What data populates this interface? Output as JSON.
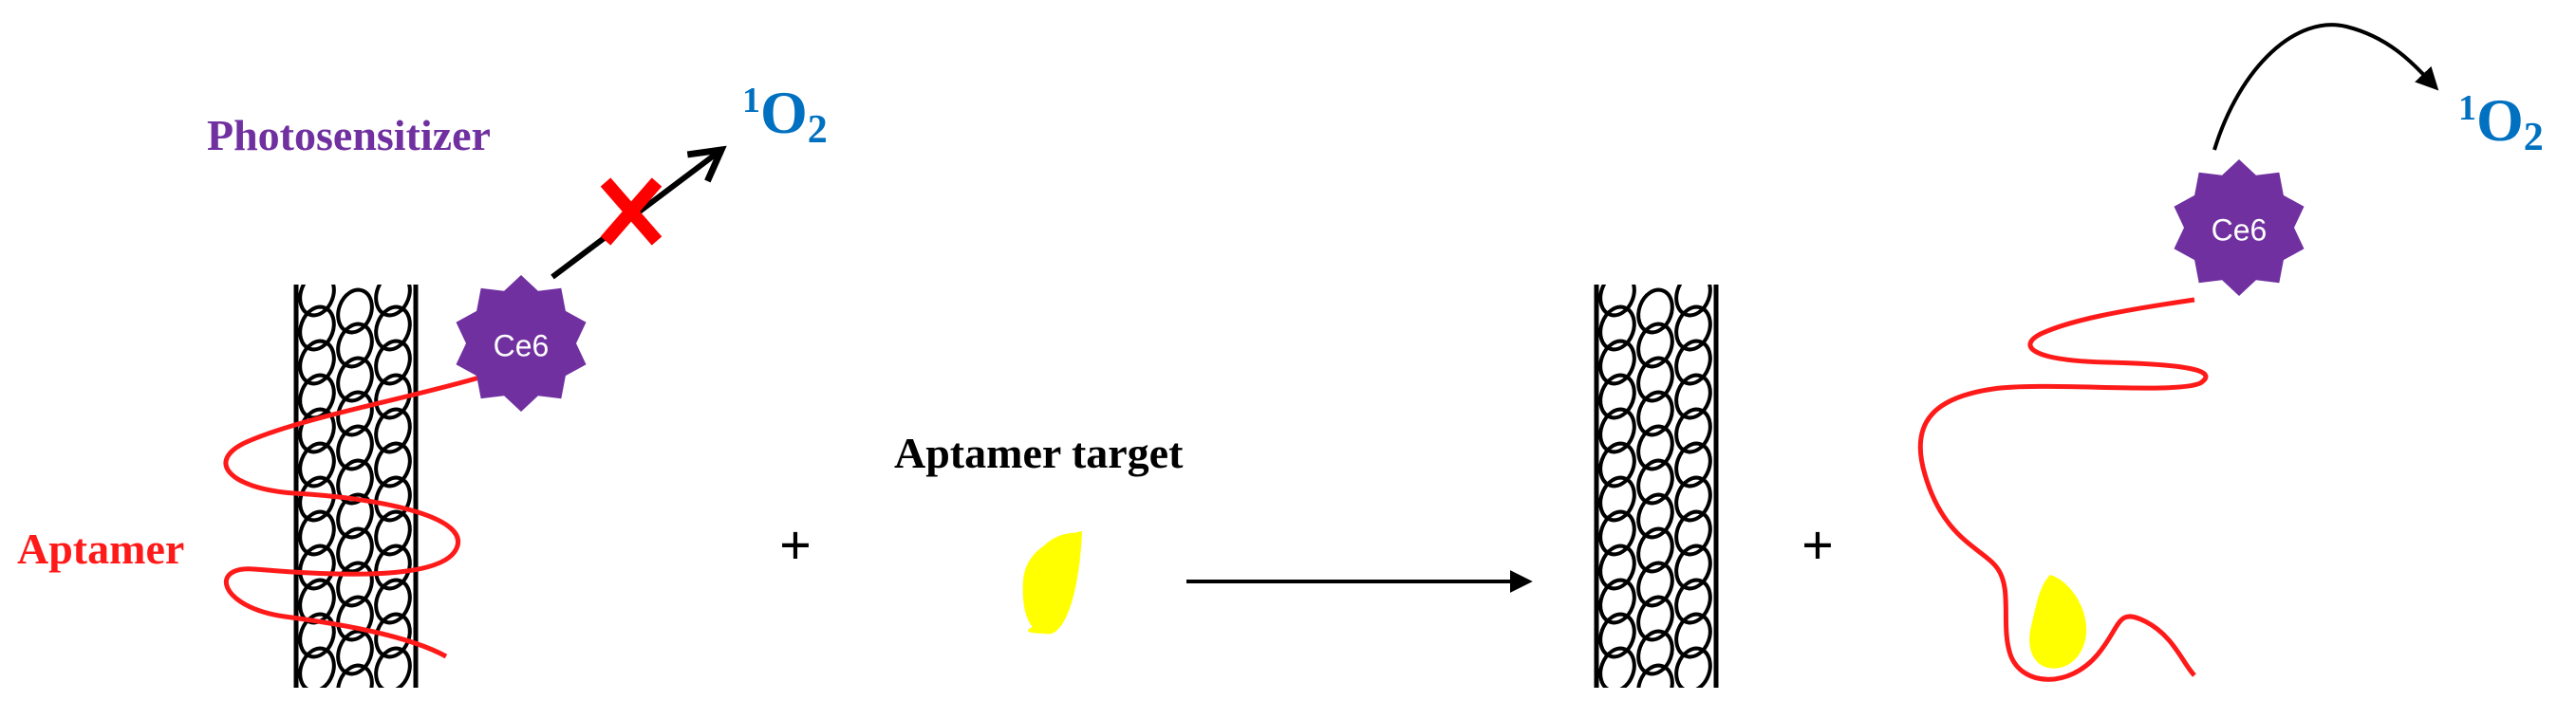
{
  "diagram": {
    "left_panel": {
      "photosensitizer_label": "Photosensitizer",
      "aptamer_label": "Aptamer",
      "ce6_label": "Ce6",
      "singlet_oxygen": {
        "sup": "1",
        "main": "O",
        "sub": "2"
      }
    },
    "middle": {
      "plus_1": "+",
      "target_label": "Aptamer target"
    },
    "right_panel": {
      "plus_2": "+",
      "ce6_label": "Ce6",
      "singlet_oxygen": {
        "sup": "1",
        "main": "O",
        "sub": "2"
      }
    }
  },
  "colors": {
    "aptamer": "#ff1a1a",
    "photosensitizer": "#7030a0",
    "oxygen": "#0070c0",
    "target": "#ffff00",
    "blocked_x": "#ff0000",
    "outline": "#000000"
  }
}
